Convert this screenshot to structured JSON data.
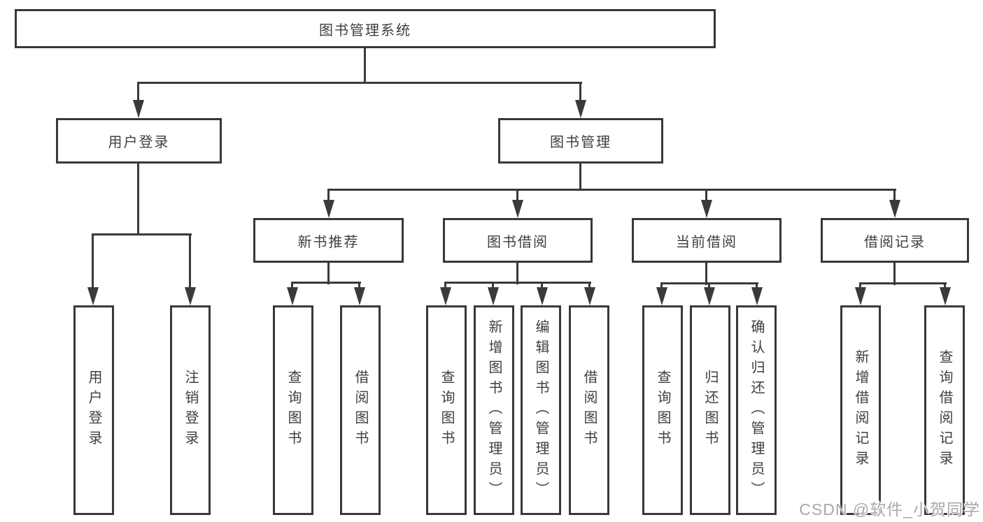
{
  "diagram": {
    "root": {
      "label": "图书管理系统"
    },
    "branches": {
      "user_login": {
        "label": "用户登录",
        "children": [
          {
            "label": "用户登录"
          },
          {
            "label": "注销登录"
          }
        ]
      },
      "book_management": {
        "label": "图书管理",
        "groups": [
          {
            "label": "新书推荐",
            "children": [
              {
                "label": "查询图书"
              },
              {
                "label": "借阅图书"
              }
            ]
          },
          {
            "label": "图书借阅",
            "children": [
              {
                "label": "查询图书"
              },
              {
                "label": "新增图书（管理员）"
              },
              {
                "label": "编辑图书（管理员）"
              },
              {
                "label": "借阅图书"
              }
            ]
          },
          {
            "label": "当前借阅",
            "children": [
              {
                "label": "查询图书"
              },
              {
                "label": "归还图书"
              },
              {
                "label": "确认归还（管理员）"
              }
            ]
          },
          {
            "label": "借阅记录",
            "children": [
              {
                "label": "新增借阅记录"
              },
              {
                "label": "查询借阅记录"
              }
            ]
          }
        ]
      }
    }
  },
  "watermark": {
    "text": "CSDN @软件_小贺同学"
  },
  "colors": {
    "line": "#3a3a3a",
    "border": "#383838",
    "text": "#3f3f3f",
    "watermark": "#a9a9a9",
    "background": "#ffffff"
  }
}
